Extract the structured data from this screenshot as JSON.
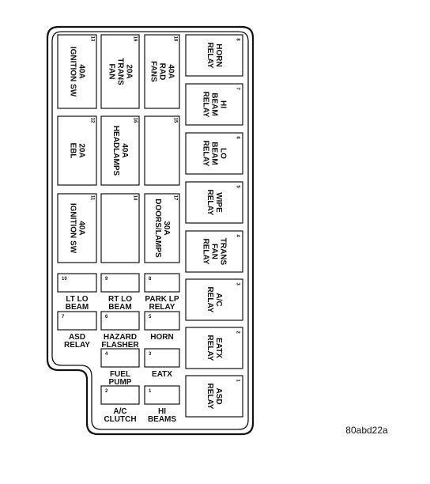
{
  "figure_id": "80abd22a",
  "fuses_rotated": [
    {
      "id": "f13",
      "number": "13",
      "lines": [
        "40A",
        "IGNITION SW"
      ]
    },
    {
      "id": "f19",
      "number": "19",
      "lines": [
        "20A",
        "TRANS",
        "FAN"
      ]
    },
    {
      "id": "f18",
      "number": "18",
      "lines": [
        "40A",
        "RAD",
        "FANS"
      ]
    },
    {
      "id": "f12",
      "number": "12",
      "lines": [
        "20A",
        "EBL"
      ]
    },
    {
      "id": "f16",
      "number": "16",
      "lines": [
        "40A",
        "HEADLAMPS"
      ]
    },
    {
      "id": "f15",
      "number": "15",
      "lines": []
    },
    {
      "id": "f11",
      "number": "11",
      "lines": [
        "40A",
        "IGNITION SW"
      ]
    },
    {
      "id": "f14",
      "number": "14",
      "lines": []
    },
    {
      "id": "f17",
      "number": "17",
      "lines": [
        "30A",
        "DOORS/LAMPS"
      ]
    }
  ],
  "relays": [
    {
      "id": "r8",
      "number": "8",
      "lines": [
        "HORN",
        "RELAY"
      ]
    },
    {
      "id": "r7",
      "number": "7",
      "lines": [
        "HI",
        "BEAM",
        "RELAY"
      ]
    },
    {
      "id": "r6",
      "number": "6",
      "lines": [
        "LO",
        "BEAM",
        "RELAY"
      ]
    },
    {
      "id": "r5",
      "number": "5",
      "lines": [
        "WIPE",
        "RELAY"
      ]
    },
    {
      "id": "r4",
      "number": "4",
      "lines": [
        "TRANS",
        "FAN",
        "RELAY"
      ]
    },
    {
      "id": "r3",
      "number": "3",
      "lines": [
        "A/C",
        "RELAY"
      ]
    },
    {
      "id": "r2",
      "number": "2",
      "lines": [
        "EATX",
        "RELAY"
      ]
    },
    {
      "id": "r1",
      "number": "1",
      "lines": [
        "ASD",
        "RELAY"
      ]
    }
  ],
  "mini_fuses": [
    {
      "id": "m10",
      "number": "10",
      "lines": [
        "LT LO",
        "BEAM"
      ]
    },
    {
      "id": "m9",
      "number": "9",
      "lines": [
        "RT LO",
        "BEAM"
      ]
    },
    {
      "id": "m8",
      "number": "8",
      "lines": [
        "PARK LP",
        "RELAY"
      ]
    },
    {
      "id": "m7",
      "number": "7",
      "lines": [
        "ASD",
        "RELAY"
      ]
    },
    {
      "id": "m6",
      "number": "6",
      "lines": [
        "HAZARD",
        "FLASHER"
      ]
    },
    {
      "id": "m5",
      "number": "5",
      "lines": [
        "HORN"
      ]
    },
    {
      "id": "m4",
      "number": "4",
      "lines": [
        "FUEL",
        "PUMP"
      ]
    },
    {
      "id": "m3",
      "number": "3",
      "lines": [
        "EATX"
      ]
    },
    {
      "id": "m2",
      "number": "2",
      "lines": [
        "A/C",
        "CLUTCH"
      ]
    },
    {
      "id": "m1",
      "number": "1",
      "lines": [
        "HI",
        "BEAMS"
      ]
    }
  ]
}
